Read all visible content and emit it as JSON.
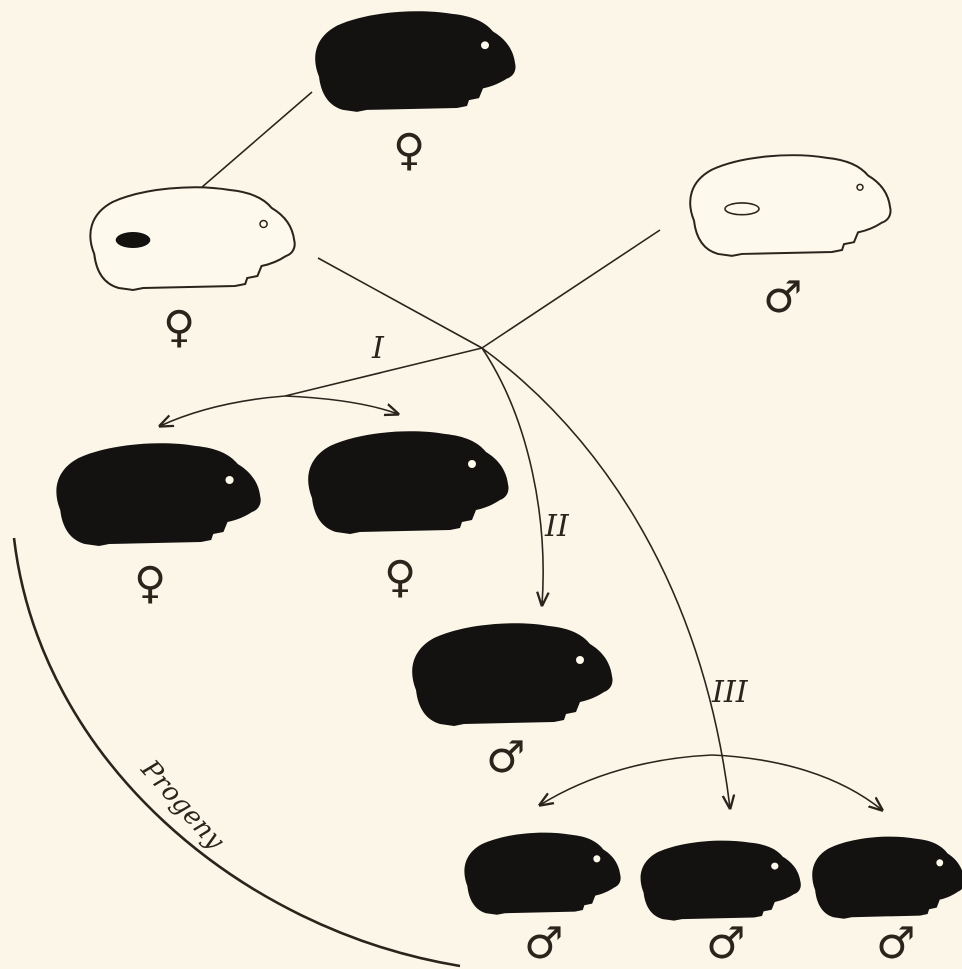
{
  "labels": {
    "cross_1": "I",
    "cross_2": "II",
    "cross_3": "III",
    "progeny": "Progeny"
  },
  "symbols": {
    "female": "♀",
    "male": "♂"
  },
  "animals": [
    {
      "id": "black-female-donor",
      "color": "black",
      "sex": "female"
    },
    {
      "id": "white-female-recipient",
      "color": "white",
      "sex": "female",
      "note": "ovary graft"
    },
    {
      "id": "white-male",
      "color": "white",
      "sex": "male"
    },
    {
      "id": "progeny-1",
      "color": "black",
      "sex": "female"
    },
    {
      "id": "progeny-2",
      "color": "black",
      "sex": "female"
    },
    {
      "id": "progeny-3",
      "color": "black",
      "sex": "male"
    },
    {
      "id": "progeny-4",
      "color": "black",
      "sex": "male"
    },
    {
      "id": "progeny-5",
      "color": "black",
      "sex": "male"
    },
    {
      "id": "progeny-6",
      "color": "black",
      "sex": "male"
    }
  ],
  "colors": {
    "background": "#fbf6e8",
    "ink": "#141210"
  }
}
